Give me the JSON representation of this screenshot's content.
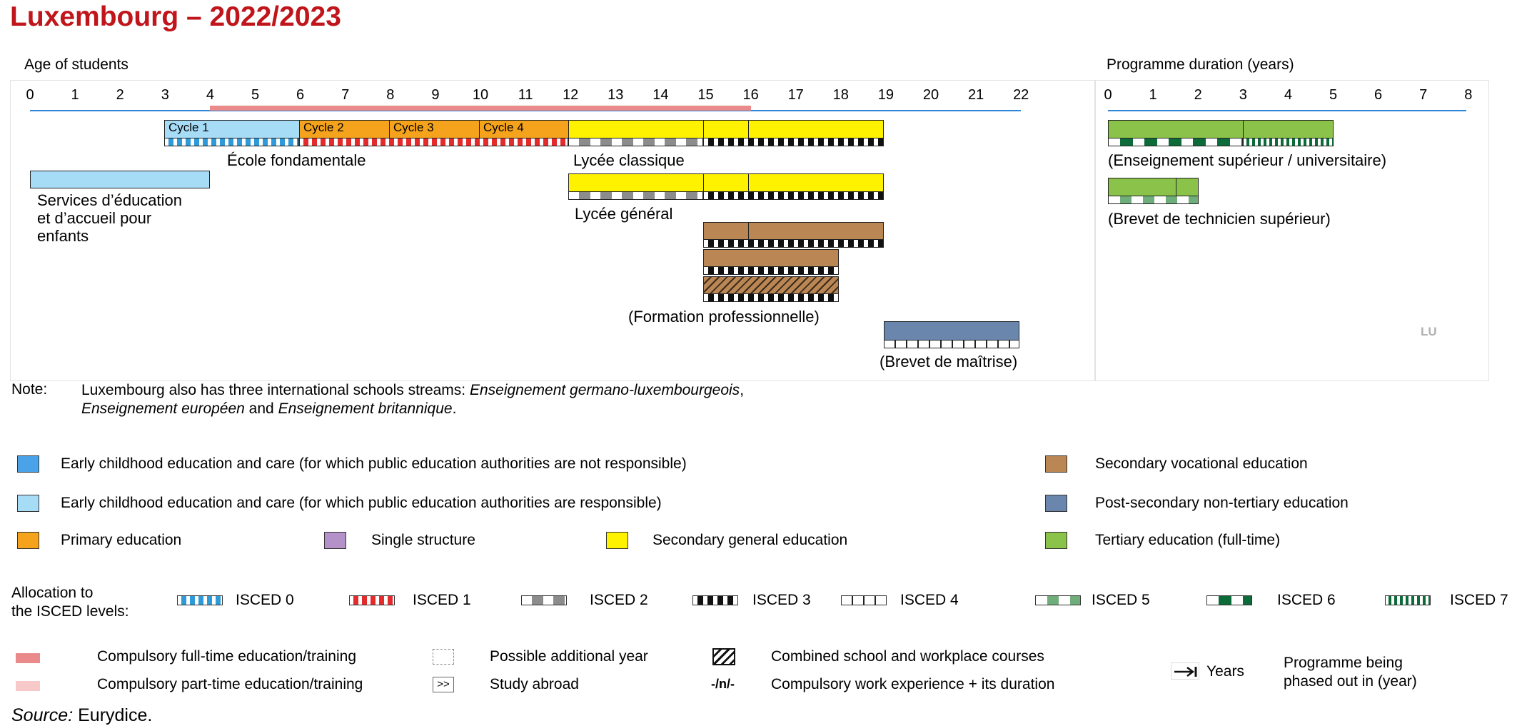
{
  "title": "Luxembourg – 2022/2023",
  "age_header": "Age of students",
  "duration_header": "Programme duration (years)",
  "age_ticks": [
    "0",
    "1",
    "2",
    "3",
    "4",
    "5",
    "6",
    "7",
    "8",
    "9",
    "10",
    "11",
    "12",
    "13",
    "14",
    "15",
    "16",
    "17",
    "18",
    "19",
    "20",
    "21",
    "22"
  ],
  "duration_ticks": [
    "0",
    "1",
    "2",
    "3",
    "4",
    "5",
    "6",
    "7",
    "8"
  ],
  "compulsory_range": [
    4,
    16
  ],
  "programmes": {
    "ecole_label": "École fondamentale",
    "cycles": [
      "Cycle 1",
      "Cycle 2",
      "Cycle 3",
      "Cycle 4"
    ],
    "lycee_classique": "Lycée classique",
    "lycee_general": "Lycée général",
    "services_lines": [
      "Services d’éducation",
      "et d’accueil pour",
      "enfants"
    ],
    "formation": "(Formation professionnelle)",
    "brevet_maitrise": "(Brevet de maîtrise)",
    "ens_sup": "(Enseignement supérieur / universitaire)",
    "bts": "(Brevet de technicien supérieur)",
    "country_code": "LU"
  },
  "note": {
    "label": "Note:",
    "line1_plain": "Luxembourg also has three international schools streams: ",
    "line1_italic": "Enseignement germano-luxembourgeois",
    "line1_end": ",",
    "line2_italic1": "Enseignement européen",
    "line2_and": " and ",
    "line2_italic2": "Enseignement britannique",
    "line2_end": "."
  },
  "legend": {
    "ecec_not_resp": "Early childhood education and care (for which public education authorities are not responsible)",
    "ecec_resp": "Early childhood education and care (for which public education authorities are responsible)",
    "primary": "Primary education",
    "single": "Single structure",
    "sec_general": "Secondary general education",
    "sec_vocational": "Secondary vocational education",
    "post_sec": "Post-secondary non-tertiary education",
    "tertiary": "Tertiary education (full-time)"
  },
  "colors": {
    "title": "#c0151b",
    "ecec_not_resp": "#4aa3e8",
    "ecec_resp": "#a7dcf7",
    "primary": "#f5a31c",
    "single": "#b491c8",
    "sec_general": "#fff200",
    "sec_vocational": "#b98654",
    "post_sec": "#6a86ad",
    "tertiary": "#8bc34a",
    "compulsory_full": "#ea8a8a",
    "compulsory_part": "#f7c9c9",
    "axis": "#2e86d6"
  },
  "isced": {
    "label_line1": "Allocation to",
    "label_line2": "the ISCED levels:",
    "levels": [
      "ISCED 0",
      "ISCED 1",
      "ISCED 2",
      "ISCED 3",
      "ISCED 4",
      "ISCED 5",
      "ISCED 6",
      "ISCED 7"
    ]
  },
  "footer_legend": {
    "comp_full": "Compulsory full-time education/training",
    "comp_part": "Compulsory part-time education/training",
    "additional_year": "Possible additional year",
    "study_abroad": "Study abroad",
    "study_abroad_symbol": ">>",
    "combined": "Combined school and workplace courses",
    "work_exp": "Compulsory work experience + its duration",
    "work_exp_symbol": "-/n/-",
    "years": "Years",
    "phased_line1": "Programme being",
    "phased_line2": "phased out in (year)"
  },
  "source": {
    "label": "Source:",
    "value": " Eurydice."
  }
}
